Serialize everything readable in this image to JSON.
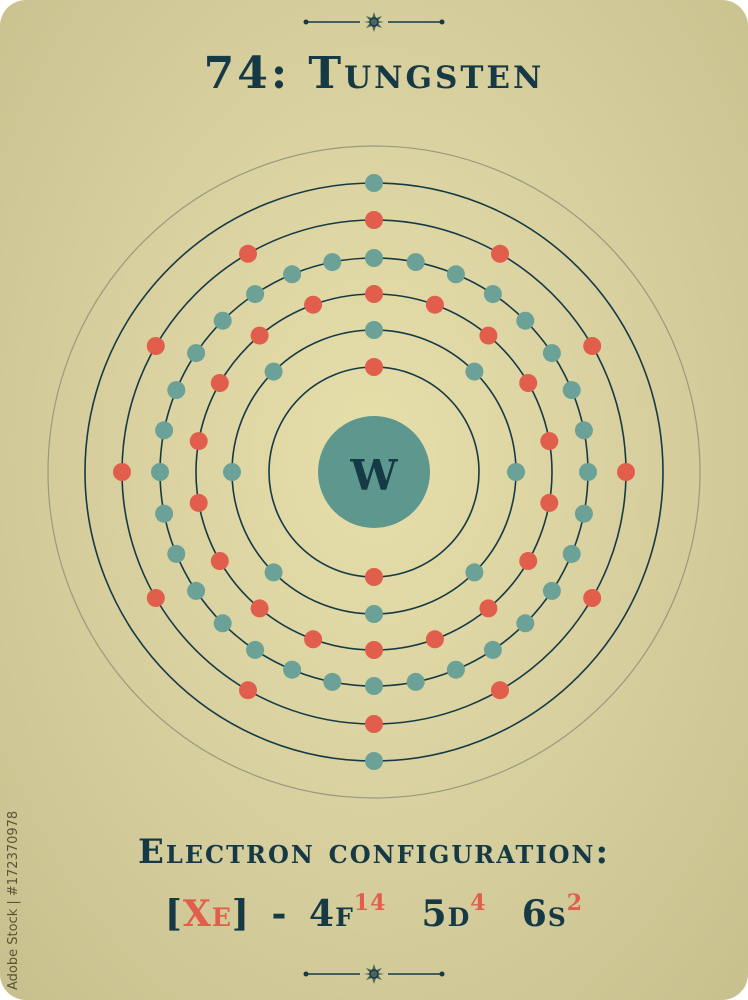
{
  "title": "74: Tungsten",
  "symbol": "W",
  "shells": [
    2,
    8,
    18,
    32,
    12,
    2
  ],
  "colors": {
    "card": "#d9d1a0",
    "dark": "#163a45",
    "nucleus": "#5e978d",
    "electron_teal": "#6ba196",
    "electron_red": "#e15e4c",
    "guide_ring": "#9a9a80"
  },
  "config": {
    "label": "Electron configuration:",
    "open_bracket": "[",
    "noble": "Xe",
    "close_bracket": "]",
    "dash": "-",
    "term1": "4f",
    "sup1": "14",
    "term2": "5d",
    "sup2": "4",
    "term3": "6s",
    "sup3": "2"
  },
  "watermark": "Adobe Stock | #172370978"
}
